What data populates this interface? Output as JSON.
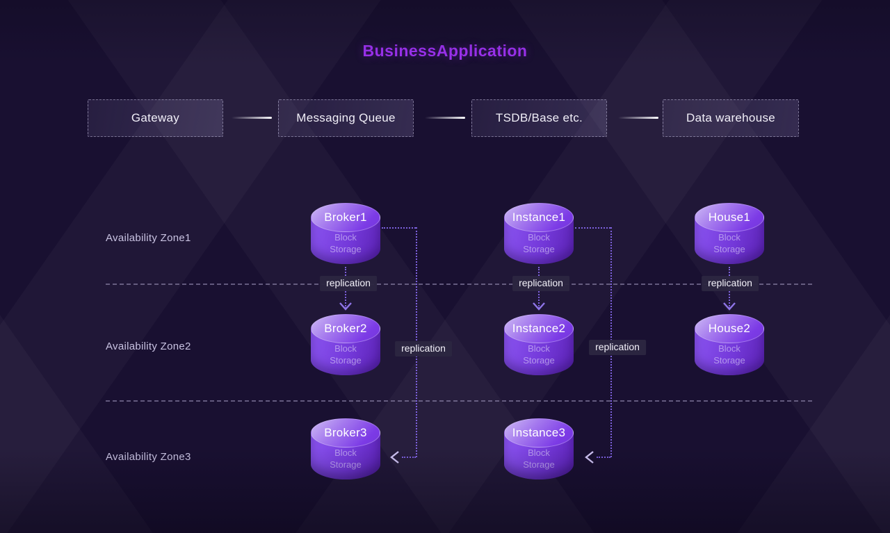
{
  "title": "BusinessApplication",
  "pipeline": {
    "boxes": [
      {
        "label": "Gateway"
      },
      {
        "label": "Messaging Queue"
      },
      {
        "label": "TSDB/Base etc."
      },
      {
        "label": "Data warehouse"
      }
    ]
  },
  "zones": [
    {
      "label": "Availability Zone1"
    },
    {
      "label": "Availability Zone2"
    },
    {
      "label": "Availability Zone3"
    }
  ],
  "cylinders": [
    {
      "name": "Broker1",
      "sub": "Block Storage"
    },
    {
      "name": "Instance1",
      "sub": "Block Storage"
    },
    {
      "name": "House1",
      "sub": "Block Storage"
    },
    {
      "name": "Broker2",
      "sub": "Block Storage"
    },
    {
      "name": "Instance2",
      "sub": "Block Storage"
    },
    {
      "name": "House2",
      "sub": "Block Storage"
    },
    {
      "name": "Broker3",
      "sub": "Block Storage"
    },
    {
      "name": "Instance3",
      "sub": "Block Storage"
    }
  ],
  "replication": {
    "zone1_to_zone2": [
      "replication",
      "replication",
      "replication"
    ],
    "zone2_to_zone3": [
      "replication",
      "replication"
    ]
  },
  "colors": {
    "accent_title": "#9e32f2",
    "cylinder_purple": "#7439da",
    "dotted_line": "#7d61dd",
    "background": "#191031"
  }
}
